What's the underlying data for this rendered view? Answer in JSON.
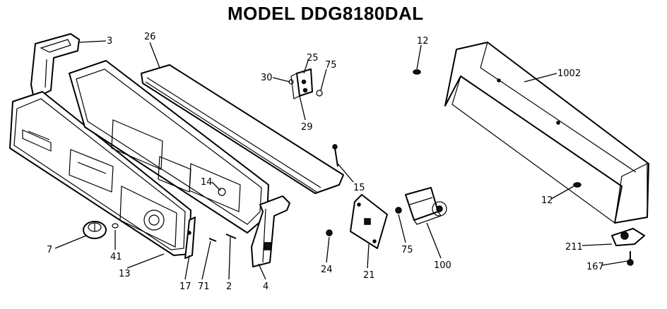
{
  "title": "MODEL DDG8180DAL",
  "parts": [
    {
      "key": "p3",
      "label": "3"
    },
    {
      "key": "p26",
      "label": "26"
    },
    {
      "key": "p25",
      "label": "25"
    },
    {
      "key": "p75a",
      "label": "75"
    },
    {
      "key": "p30",
      "label": "30"
    },
    {
      "key": "p29",
      "label": "29"
    },
    {
      "key": "p12a",
      "label": "12"
    },
    {
      "key": "p1002",
      "label": "1002"
    },
    {
      "key": "p14",
      "label": "14"
    },
    {
      "key": "p15",
      "label": "15"
    },
    {
      "key": "p12b",
      "label": "12"
    },
    {
      "key": "p7",
      "label": "7"
    },
    {
      "key": "p41",
      "label": "41"
    },
    {
      "key": "p13",
      "label": "13"
    },
    {
      "key": "p17",
      "label": "17"
    },
    {
      "key": "p71",
      "label": "71"
    },
    {
      "key": "p2",
      "label": "2"
    },
    {
      "key": "p4",
      "label": "4"
    },
    {
      "key": "p24",
      "label": "24"
    },
    {
      "key": "p21",
      "label": "21"
    },
    {
      "key": "p75b",
      "label": "75"
    },
    {
      "key": "p100",
      "label": "100"
    },
    {
      "key": "p211",
      "label": "211"
    },
    {
      "key": "p167",
      "label": "167"
    }
  ]
}
